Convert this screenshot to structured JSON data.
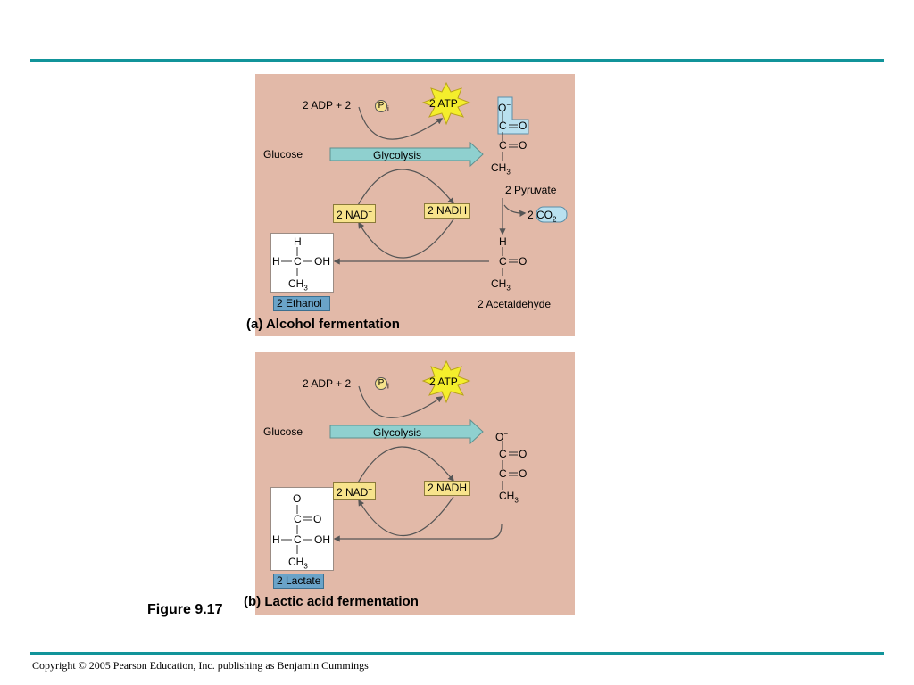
{
  "figure_label": "Figure 9.17",
  "copyright": "Copyright © 2005 Pearson Education, Inc. publishing as Benjamin Cummings",
  "colors": {
    "rule": "#11949a",
    "panel": "#e2b9a8",
    "glycolysis_arrow": "#8fd0cf",
    "atp_burst": "#f4ee2c",
    "nad_tag": "#f7e38c",
    "product_tag": "#6aa3c8",
    "highlight": "#b9e0ef"
  },
  "panel_a": {
    "caption": "(a) Alcohol fermentation",
    "adp": "2 ADP + 2",
    "pi": "P",
    "pi_sub": "i",
    "atp": "2 ATP",
    "glucose": "Glucose",
    "glycolysis": "Glycolysis",
    "nad": "2 NAD",
    "nad_sup": "+",
    "nadh": "2 NADH",
    "pyruvate": {
      "o": "O",
      "o_charge": "−",
      "c1": "C",
      "o1": "O",
      "c2": "C",
      "o2": "O",
      "ch": "CH",
      "ch_sub": "3",
      "label": "2 Pyruvate"
    },
    "co2": {
      "prefix": "2 ",
      "text": "CO",
      "sub": "2"
    },
    "acetaldehyde": {
      "h": "H",
      "c": "C",
      "o": "O",
      "ch": "CH",
      "ch_sub": "3",
      "label": "2 Acetaldehyde"
    },
    "ethanol": {
      "h_top": "H",
      "h_left": "H",
      "c": "C",
      "oh": "OH",
      "ch": "CH",
      "ch_sub": "3",
      "label": "2 Ethanol"
    }
  },
  "panel_b": {
    "caption": "(b) Lactic acid fermentation",
    "adp": "2 ADP + 2",
    "pi": "P",
    "pi_sub": "i",
    "atp": "2 ATP",
    "glucose": "Glucose",
    "glycolysis": "Glycolysis",
    "nad": "2 NAD",
    "nad_sup": "+",
    "nadh": "2 NADH",
    "pyruvate": {
      "o": "O",
      "o_charge": "−",
      "c1": "C",
      "o1": "O",
      "c2": "C",
      "o2": "O",
      "ch": "CH",
      "ch_sub": "3"
    },
    "lactate": {
      "o_top": "O",
      "c1": "C",
      "o1": "O",
      "h_left": "H",
      "c2": "C",
      "oh": "OH",
      "ch": "CH",
      "ch_sub": "3",
      "label": "2 Lactate"
    }
  }
}
